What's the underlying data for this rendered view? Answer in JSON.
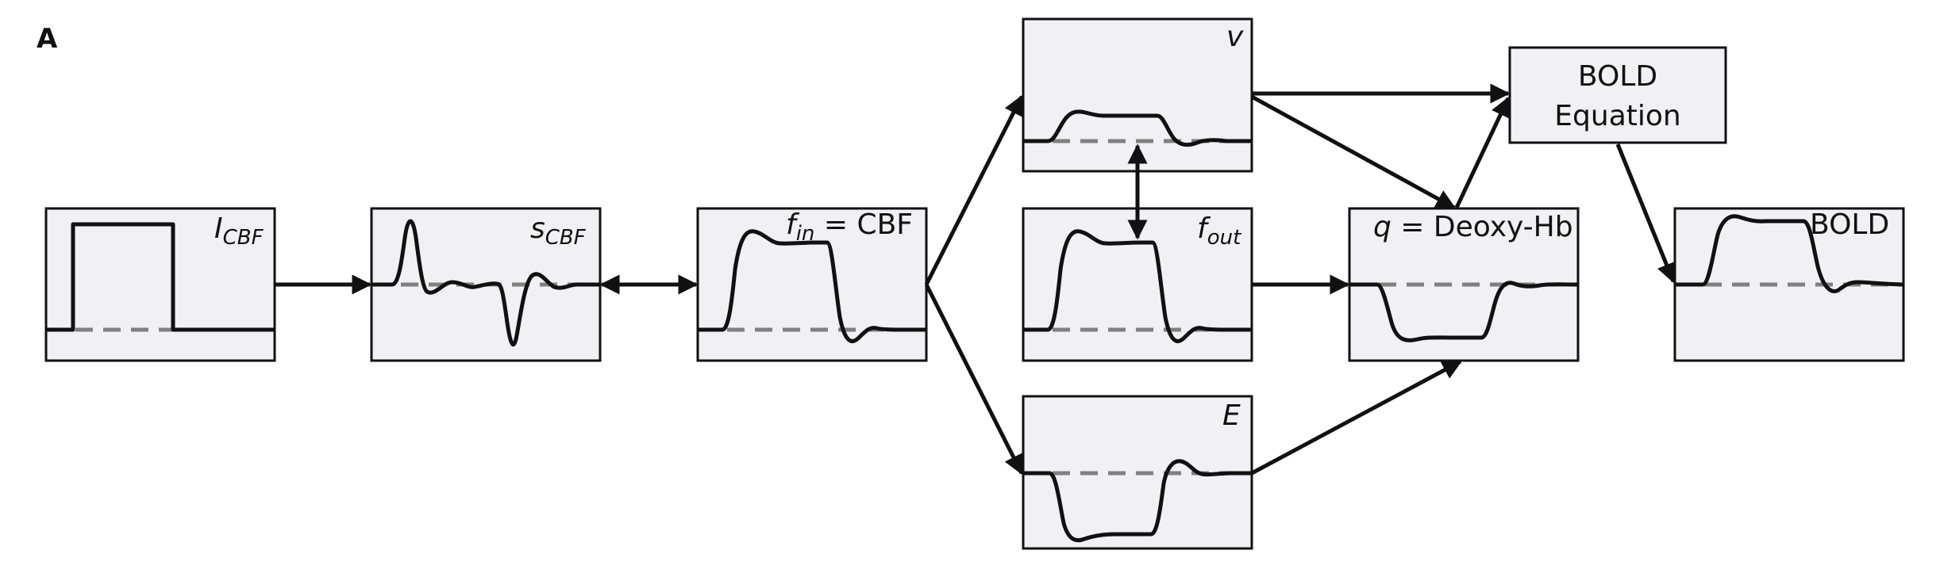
{
  "panel_letter": "A",
  "labels": {
    "icbf": {
      "main": "I",
      "sub": "CBF"
    },
    "scbf": {
      "main": "s",
      "sub": "CBF"
    },
    "fin": {
      "main": "f",
      "sub": "in",
      "rest": " = CBF"
    },
    "v": {
      "main": "v"
    },
    "fout": {
      "main": "f",
      "sub": "out"
    },
    "e": {
      "main": "E"
    },
    "q": {
      "main": "q",
      "rest": " = Deoxy-Hb"
    },
    "bold": {
      "text": "BOLD"
    }
  },
  "bold_equation": {
    "line1": "BOLD",
    "line2": "Equation"
  },
  "colors": {
    "frame_fill": "#f0f0f5",
    "stroke": "#111111",
    "baseline": "#808080"
  }
}
